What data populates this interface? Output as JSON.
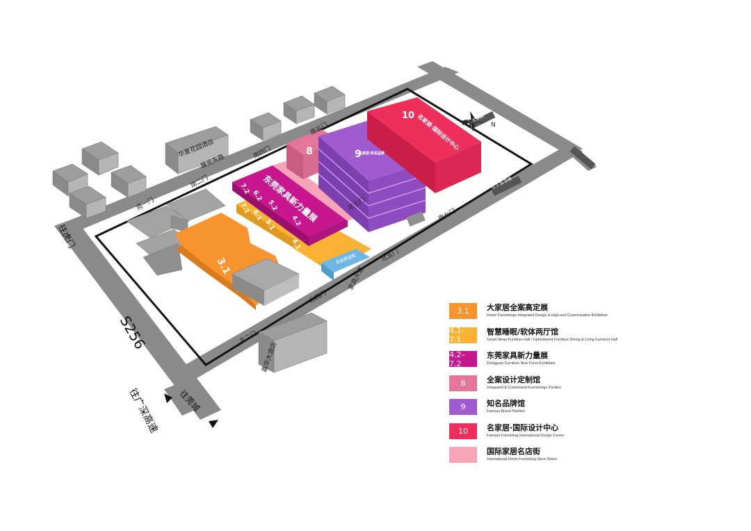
{
  "map": {
    "highway": "S256",
    "direction_guangshen": "往广深高速",
    "direction_guancheng": "往莞城",
    "direction_humen": "往虎门",
    "top_right_sign": "东纵路",
    "right_sign": "往东城/莞樟",
    "north_label": "N",
    "hotel_top": "华夏花园酒店",
    "hotel_bottom": "嘉华大酒店",
    "road_top": "展览东路",
    "road_center": "家具大道",
    "gates": {
      "south1": "南一门",
      "south2": "南二门",
      "south3": "南四门",
      "south4": "南五门",
      "south5": "南七门",
      "north1": "北二门",
      "north2": "北四门",
      "north3": "北五门",
      "north4": "北七门"
    },
    "halls": {
      "h31": "3.1",
      "h41": "4.1",
      "h51": "5.1",
      "h61": "6.1",
      "h71": "7.1",
      "h42": "4.2",
      "h52": "5.2",
      "h62": "6.2",
      "h72": "7.2",
      "h8": "8",
      "h9": "9",
      "h10": "10",
      "h10_name": "名家居·国际设计中心",
      "h9_sign": "名家居·知名品牌",
      "dongguan_sign": "东莞家具新力量展",
      "store_street_sign": "名家居店街"
    }
  },
  "legend": [
    {
      "badge": "3.1",
      "color": "#F7942E",
      "cn": "大家居全案高定展",
      "en": "Home Furnishings Integrated Design & High-end Customization Exhibition"
    },
    {
      "badge": "4.1–7.1",
      "color": "#F9B233",
      "cn": "智慧睡眠/软体两厅馆",
      "en": "Smart Sleep Furniture Hall / Upholstered Furniture Dining & Living Furniture Hall"
    },
    {
      "badge": "4.2–7.2",
      "color": "#C8168E",
      "cn": "东莞家具新力量展",
      "en": "Dongguan Furniture New Force Exhibition"
    },
    {
      "badge": "8",
      "color": "#E2779A",
      "cn": "全案设计定制馆",
      "en": "Integrated & Customized Furnishings Pavilion"
    },
    {
      "badge": "9",
      "color": "#A05BCF",
      "cn": "知名品牌馆",
      "en": "Famous Brand Pavilion"
    },
    {
      "badge": "10",
      "color": "#EE2F5C",
      "cn": "名家居·国际设计中心",
      "en": "Famous Furnishing International Design Center"
    },
    {
      "badge": "",
      "color": "#F6A5B8",
      "cn": "国际家居名店街",
      "en": "International Home Furnishing Store Street"
    }
  ]
}
